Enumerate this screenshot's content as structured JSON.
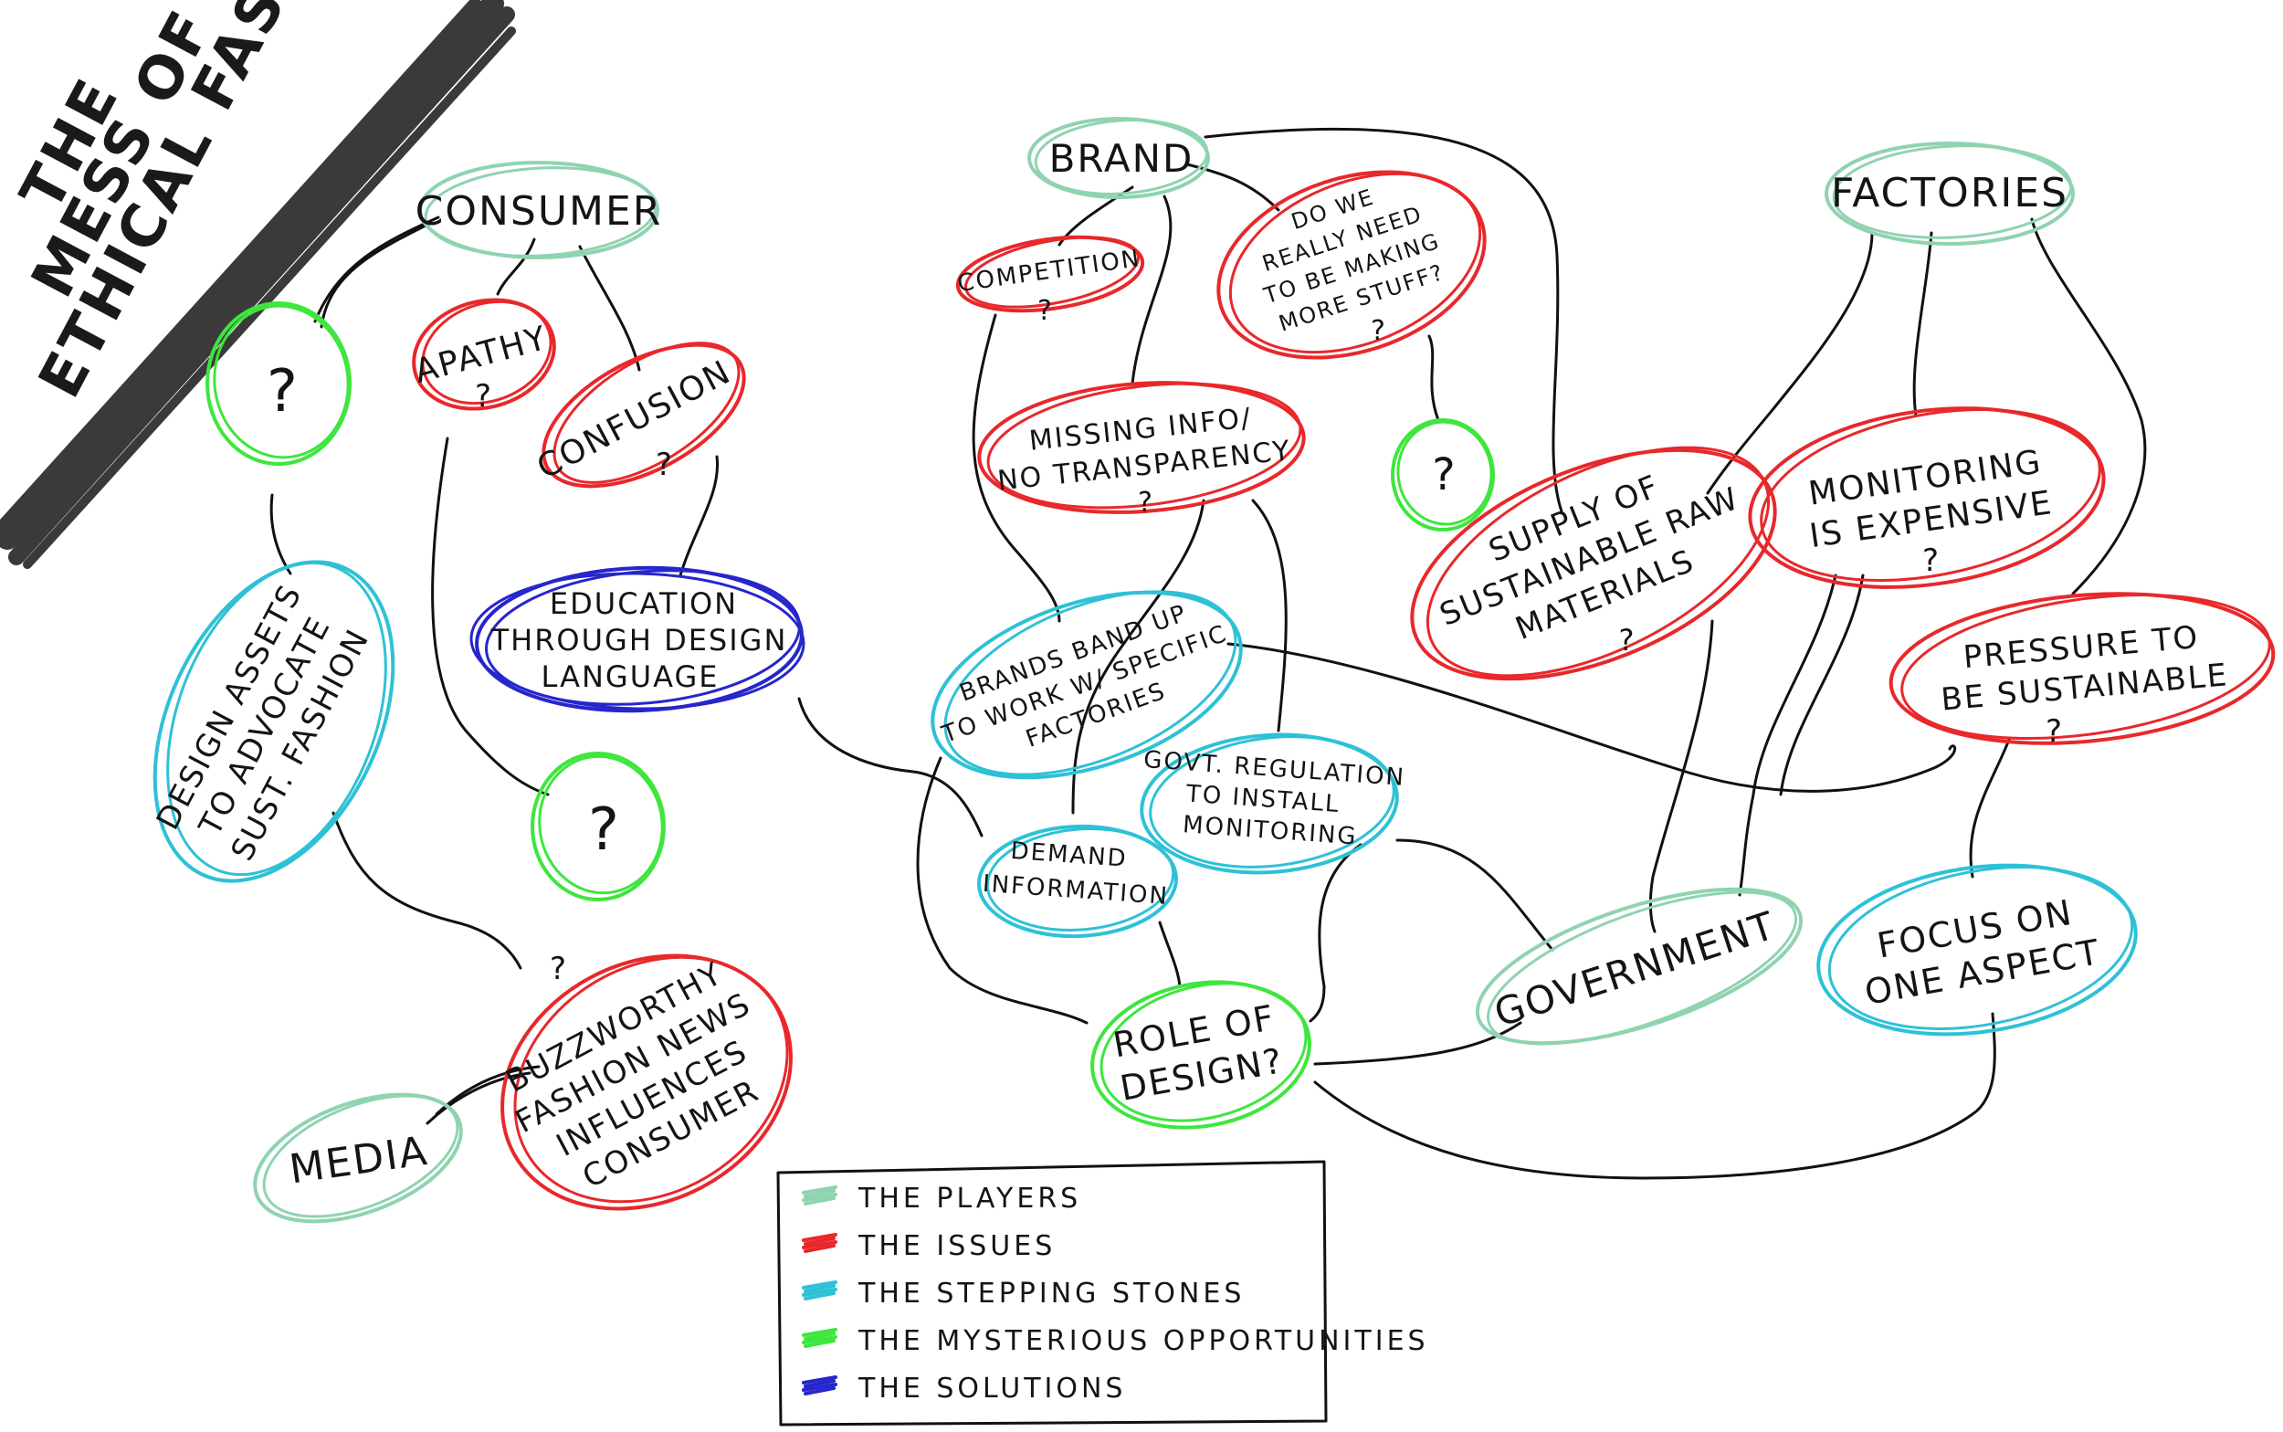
{
  "colors": {
    "player": "#8fd3b0",
    "issue": "#e8282b",
    "stepping_stone": "#2ec1d6",
    "opportunity": "#3ee63e",
    "solution": "#2626cc",
    "ink": "#111111",
    "title_band": "#3a3a3a"
  },
  "title": {
    "line1": "THE",
    "line2": "MESS OF",
    "line3": "ETHICAL FASHION"
  },
  "nodes": {
    "consumer": {
      "label": "CONSUMER"
    },
    "brand": {
      "label": "BRAND"
    },
    "factories": {
      "label": "FACTORIES"
    },
    "government": {
      "label": "GOVERNMENT"
    },
    "media": {
      "label": "MEDIA"
    },
    "apathy": {
      "label": "APATHY",
      "mark": "?"
    },
    "confusion": {
      "label": "CONFUSION",
      "mark": "?"
    },
    "competition": {
      "label": "COMPETITION",
      "mark": "?"
    },
    "making_more": {
      "line1": "DO WE",
      "line2": "REALLY NEED",
      "line3": "TO BE MAKING",
      "line4": "MORE STUFF?",
      "mark": "?"
    },
    "missing_info": {
      "line1": "MISSING INFO/",
      "line2": "NO TRANSPARENCY",
      "mark": "?"
    },
    "supply": {
      "line1": "SUPPLY OF",
      "line2": "SUSTAINABLE RAW",
      "line3": "MATERIALS",
      "mark": "?"
    },
    "monitoring": {
      "line1": "MONITORING",
      "line2": "IS EXPENSIVE",
      "mark": "?"
    },
    "pressure": {
      "line1": "PRESSURE TO",
      "line2": "BE SUSTAINABLE",
      "mark": "?"
    },
    "buzzworthy": {
      "line1": "BUZZWORTHY",
      "line2": "FASHION NEWS",
      "line3": "INFLUENCES",
      "line4": "CONSUMER",
      "mark": "?"
    },
    "design_assets": {
      "line1": "DESIGN ASSETS",
      "line2": "TO ADVOCATE",
      "line3": "SUST. FASHION"
    },
    "brands_band": {
      "line1": "BRANDS BAND UP",
      "line2": "TO WORK W/ SPECIFIC",
      "line3": "FACTORIES"
    },
    "demand_info": {
      "line1": "DEMAND",
      "line2": "INFORMATION"
    },
    "govt_regulation": {
      "line1": "GOVT. REGULATION",
      "line2": "TO INSTALL",
      "line3": "MONITORING"
    },
    "focus": {
      "line1": "FOCUS ON",
      "line2": "ONE ASPECT"
    },
    "education": {
      "line1": "EDUCATION",
      "line2": "THROUGH DESIGN",
      "line3": "LANGUAGE"
    },
    "role_of_design": {
      "line1": "ROLE OF",
      "line2": "DESIGN?"
    },
    "q_consumer": {
      "label": "?"
    },
    "q_apathy": {
      "label": "?"
    },
    "q_brand": {
      "label": "?"
    }
  },
  "legend": {
    "items": [
      {
        "label": "THE PLAYERS",
        "color": "#8fd3b0"
      },
      {
        "label": "THE ISSUES",
        "color": "#e8282b"
      },
      {
        "label": "THE STEPPING STONES",
        "color": "#2ec1d6"
      },
      {
        "label": "THE MYSTERIOUS OPPORTUNITIES",
        "color": "#3ee63e"
      },
      {
        "label": "THE SOLUTIONS",
        "color": "#2626cc"
      }
    ]
  }
}
